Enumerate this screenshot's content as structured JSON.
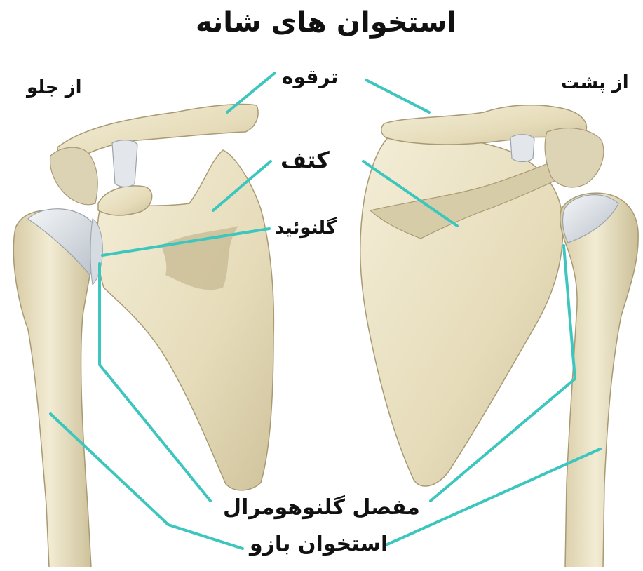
{
  "title": "استخوان های شانه",
  "views": {
    "front": "از جلو",
    "back": "از پشت"
  },
  "labels": {
    "clavicle": "ترقوه",
    "scapula": "کتف",
    "glenoid": "گلنوئید",
    "glenohumeral_joint": "مفصل گلنوهومرال",
    "humerus": "استخوان بازو"
  },
  "colors": {
    "bone": "#ece4c7",
    "bone_shadow": "#c9bd98",
    "bone_outline": "#a89a74",
    "cartilage": "#dfe4ea",
    "leader_line": "#3cc6be",
    "text": "#111111"
  }
}
